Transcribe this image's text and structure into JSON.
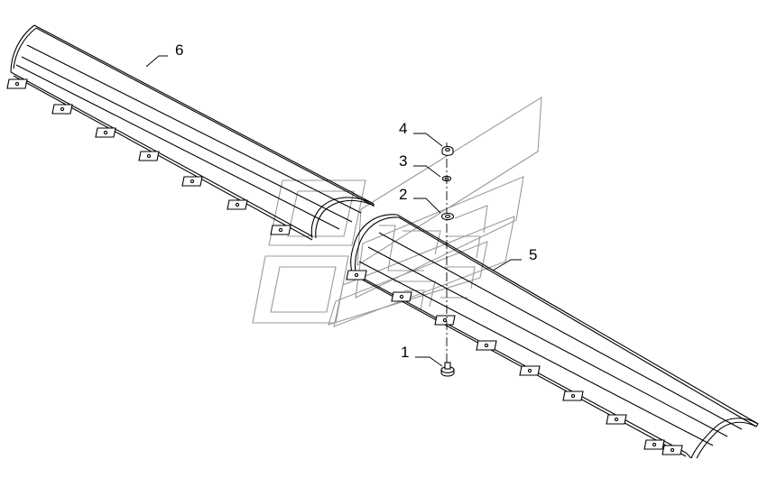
{
  "callouts": [
    {
      "number": "1",
      "part": "bolt"
    },
    {
      "number": "2",
      "part": "washer"
    },
    {
      "number": "3",
      "part": "lock-washer"
    },
    {
      "number": "4",
      "part": "nut"
    },
    {
      "number": "5",
      "part": "cover-right"
    },
    {
      "number": "6",
      "part": "cover-left"
    }
  ],
  "colors": {
    "line": "#000000",
    "watermark": "#9a9a9a",
    "background": "#ffffff"
  }
}
